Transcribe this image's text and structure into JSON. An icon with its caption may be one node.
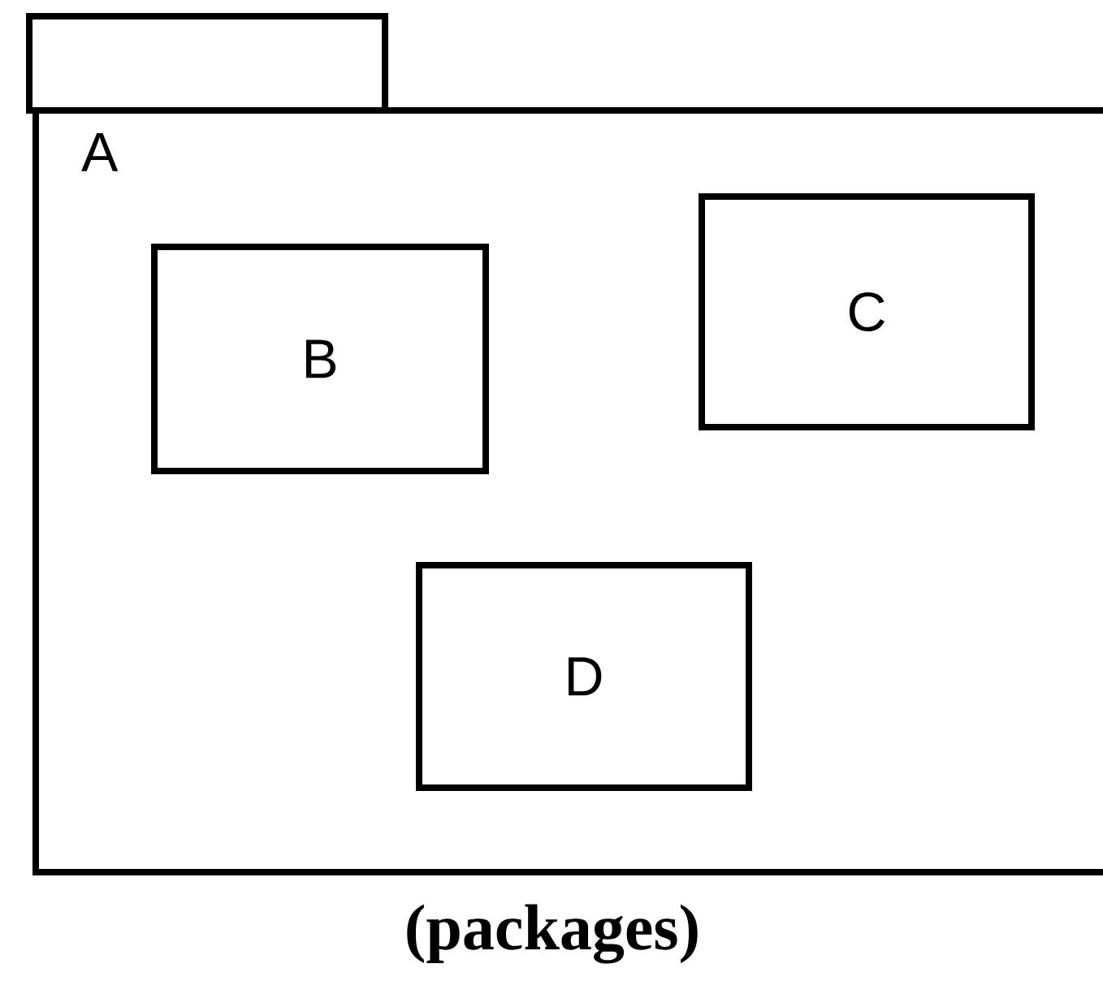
{
  "diagram": {
    "caption": "(packages)",
    "nodes": [
      {
        "text": [
          "A"
        ]
      },
      {
        "text": [
          "B"
        ],
        "in": 0
      },
      {
        "text": [
          "C"
        ],
        "in": 0
      },
      {
        "text": [
          "D"
        ],
        "in": 0
      }
    ],
    "edges": []
  }
}
